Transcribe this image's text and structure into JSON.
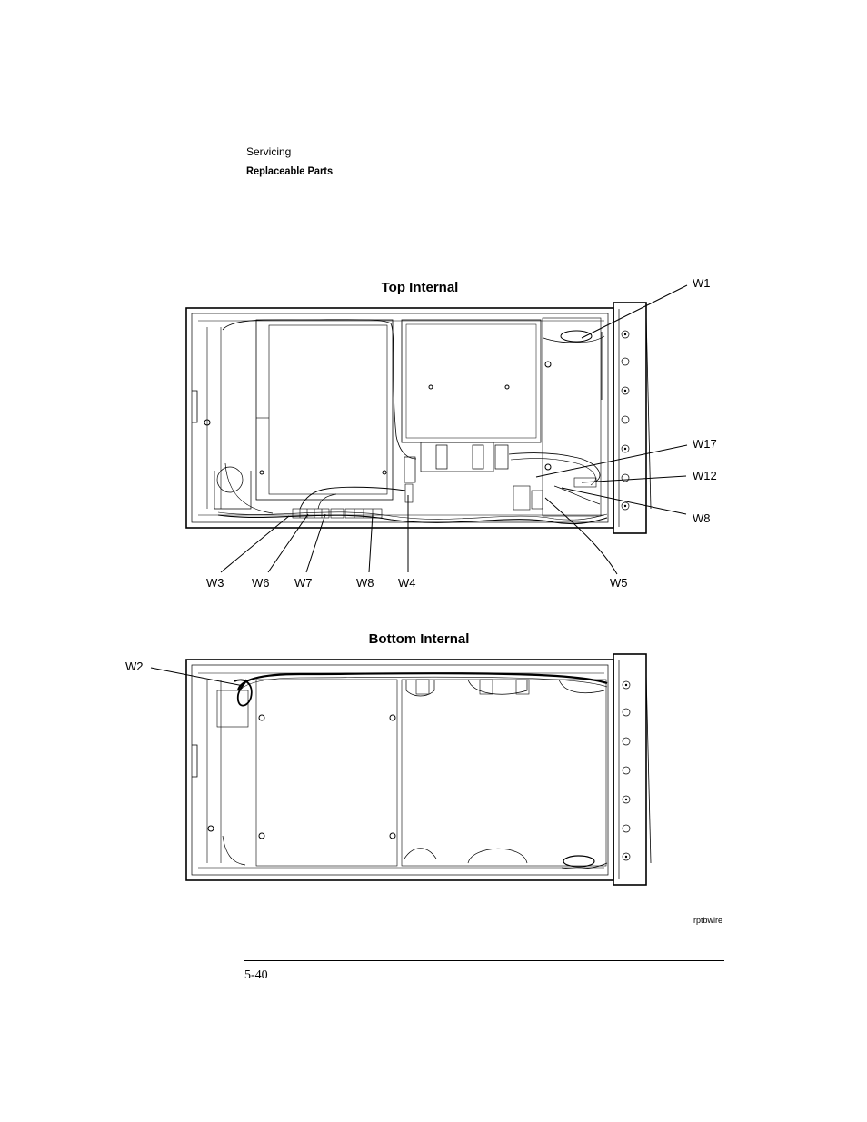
{
  "header": {
    "section": "Servicing",
    "subsection": "Replaceable Parts"
  },
  "figure": {
    "top_title": "Top Internal",
    "bottom_title": "Bottom Internal",
    "figure_id": "rptbwire",
    "top_callouts": {
      "w1": "W1",
      "w17": "W17",
      "w12": "W12",
      "w8_right": "W8",
      "w3": "W3",
      "w6": "W6",
      "w7": "W7",
      "w8_bottom": "W8",
      "w4": "W4",
      "w5": "W5"
    },
    "bottom_callouts": {
      "w2": "W2"
    }
  },
  "footer": {
    "page_number": "5-40"
  }
}
